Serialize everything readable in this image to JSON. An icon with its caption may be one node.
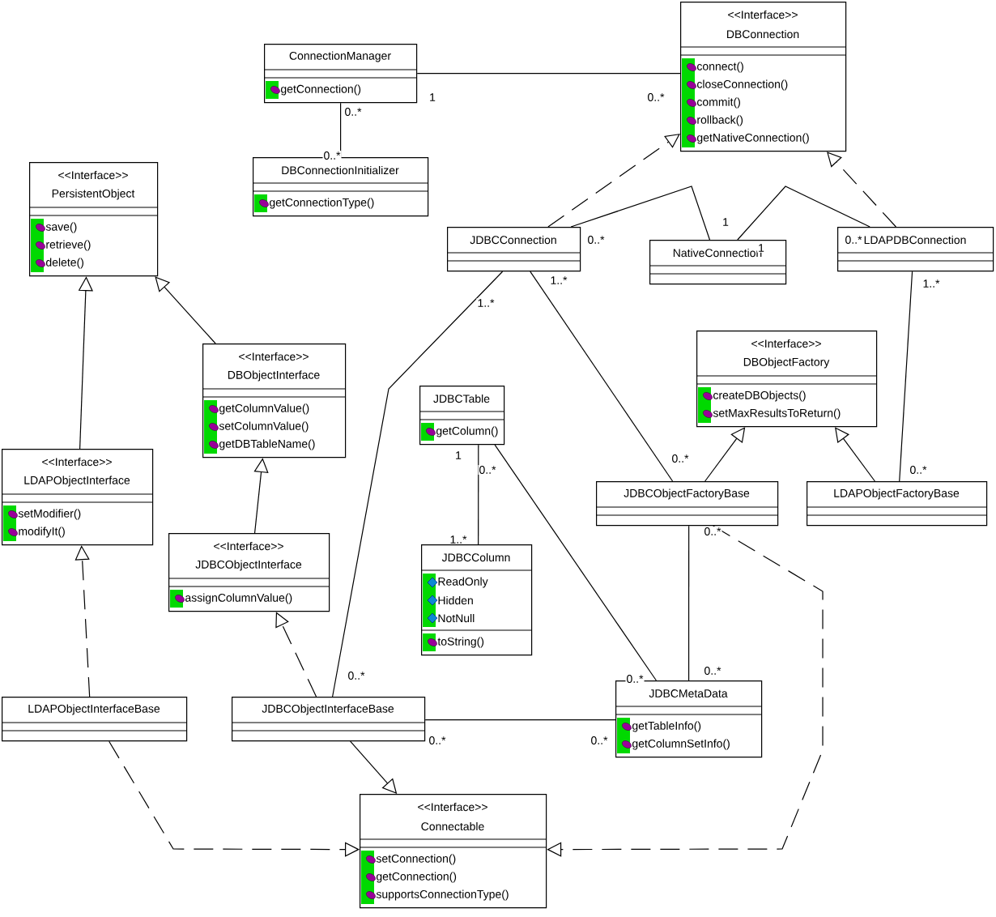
{
  "diagram": {
    "nodes": [
      {
        "text": [
          "ConnectionManager",
          "getConnection()"
        ]
      },
      {
        "text": [
          "<<Interface>>",
          "DBConnection",
          "connect()",
          "closeConnection()",
          "commit()",
          "rollback()",
          "getNativeConnection()"
        ]
      },
      {
        "text": [
          "DBConnectionInitializer",
          "getConnectionType()"
        ]
      },
      {
        "text": [
          "<<Interface>>",
          "PersistentObject",
          "save()",
          "retrieve()",
          "delete()"
        ]
      },
      {
        "text": [
          "JDBCConnection"
        ]
      },
      {
        "text": [
          "NativeConnection"
        ]
      },
      {
        "text": [
          "LDAPDBConnection"
        ]
      },
      {
        "text": [
          "<<Interface>>",
          "DBObjectInterface",
          "getColumnValue()",
          "setColumnValue()",
          "getDBTableName()"
        ]
      },
      {
        "text": [
          "<<Interface>>",
          "DBObjectFactory",
          "createDBObjects()",
          "setMaxResultsToReturn()"
        ]
      },
      {
        "text": [
          "JDBCTable",
          "getColumn()"
        ]
      },
      {
        "text": [
          "<<Interface>>",
          "LDAPObjectInterface",
          "setModifier()",
          "modifyIt()"
        ]
      },
      {
        "text": [
          "JDBCObjectFactoryBase"
        ]
      },
      {
        "text": [
          "LDAPObjectFactoryBase"
        ]
      },
      {
        "text": [
          "<<Interface>>",
          "JDBCObjectInterface",
          "assignColumnValue()"
        ]
      },
      {
        "text": [
          "JDBCColumn",
          "ReadOnly",
          "Hidden",
          "NotNull",
          "toString()"
        ]
      },
      {
        "text": [
          "LDAPObjectInterfaceBase"
        ]
      },
      {
        "text": [
          "JDBCObjectInterfaceBase"
        ]
      },
      {
        "text": [
          "JDBCMetaData",
          "getTableInfo()",
          "getColumnSetInfo()"
        ]
      },
      {
        "text": [
          "<<Interface>>",
          "Connectable",
          "setConnection()",
          "getConnection()",
          "supportsConnectionType()"
        ]
      }
    ],
    "edges": [
      {
        "from": 0,
        "to": 1,
        "arrow": "none"
      },
      {
        "from": 0,
        "to": 2,
        "arrow": "none"
      },
      {
        "from": 4,
        "to": 1,
        "arrow": "to",
        "style": "dashed"
      },
      {
        "from": 6,
        "to": 1,
        "arrow": "to",
        "style": "dashed"
      },
      {
        "from": 4,
        "to": 5,
        "arrow": "none"
      },
      {
        "from": 5,
        "to": 6,
        "arrow": "none"
      },
      {
        "from": 4,
        "to": 16,
        "arrow": "none"
      },
      {
        "from": 4,
        "to": 11,
        "arrow": "none"
      },
      {
        "from": 6,
        "to": 12,
        "arrow": "none"
      },
      {
        "from": 10,
        "to": 3,
        "arrow": "to"
      },
      {
        "from": 7,
        "to": 3,
        "arrow": "to"
      },
      {
        "from": 13,
        "to": 7,
        "arrow": "to"
      },
      {
        "from": 15,
        "to": 10,
        "arrow": "to",
        "style": "dashed"
      },
      {
        "from": 16,
        "to": 13,
        "arrow": "to",
        "style": "dashed"
      },
      {
        "from": 16,
        "to": 18,
        "arrow": "to"
      },
      {
        "from": 15,
        "to": 18,
        "arrow": "to",
        "style": "dashed"
      },
      {
        "from": 11,
        "to": 18,
        "arrow": "to",
        "style": "dashed"
      },
      {
        "from": 11,
        "to": 17,
        "arrow": "none"
      },
      {
        "from": 9,
        "to": 14,
        "arrow": "none"
      },
      {
        "from": 9,
        "to": 17,
        "arrow": "none"
      },
      {
        "from": 16,
        "to": 17,
        "arrow": "none"
      },
      {
        "from": 11,
        "to": 8,
        "arrow": "to"
      },
      {
        "from": 12,
        "to": 8,
        "arrow": "to"
      }
    ],
    "labels": [
      "1",
      "0..*",
      "0..*",
      "0..*",
      "1",
      "0..*",
      "1",
      "0..*",
      "1..*",
      "1..*",
      "1..*",
      "1",
      "0..*",
      "0..*",
      "0..*",
      "0..*",
      "1..*",
      "0..*",
      "0..*",
      "0..*",
      "0..*",
      "0..*"
    ]
  }
}
